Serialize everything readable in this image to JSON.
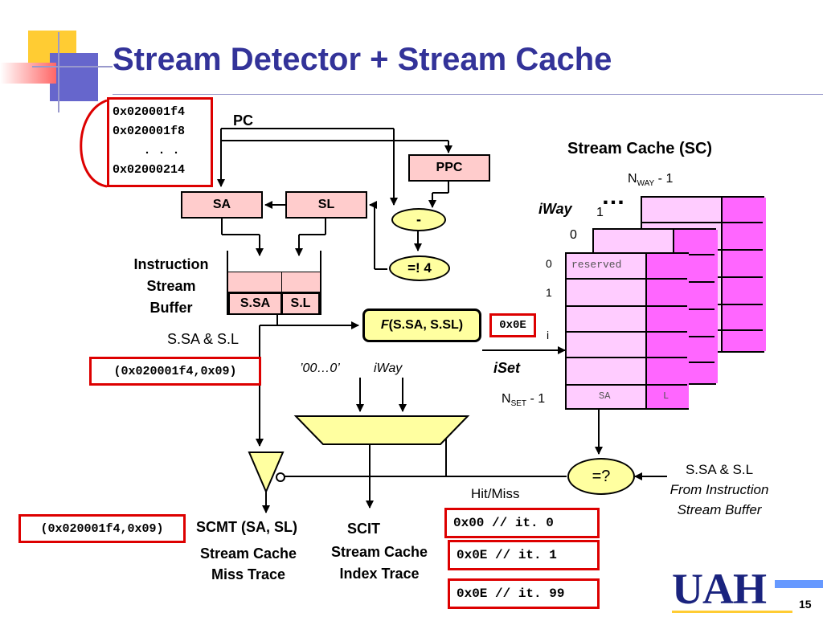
{
  "title": "Stream Detector + Stream Cache",
  "pc_list": {
    "line1": "0x020001f4",
    "line2": "0x020001f8",
    "line3": ". . .",
    "line4": "0x02000214"
  },
  "labels": {
    "pc": "PC",
    "ppc": "PPC",
    "sa": "SA",
    "sl": "SL",
    "minus": "-",
    "neq4": "=! 4",
    "isb_line1": "Instruction",
    "isb_line2": "Stream",
    "isb_line3": "Buffer",
    "ssa": "S.SA",
    "sl2": "S.L",
    "ssa_sl": "S.SA & S.L",
    "func_f": "F",
    "func_args": "(S.SA, S.SL)",
    "func_out": "0x0E",
    "zeros": "’00…0’",
    "iway_mux": "iWay",
    "iset": "iSet",
    "sc_title": "Stream Cache (SC)",
    "nway_n": "N",
    "nway_sub": "WAY",
    "nway_tail": " - 1",
    "iway": "iWay",
    "dots": "…",
    "way_1": "1",
    "way_0": "0",
    "row_0": "0",
    "row_1": "1",
    "row_i": "i",
    "nset_n": "N",
    "nset_sub": "SET",
    "nset_tail": " - 1",
    "reserved": "reserved",
    "col_sa": "SA",
    "col_l": "L",
    "cmp": "=?",
    "cmp_src1": "S.SA & S.L",
    "cmp_src2": "From Instruction",
    "cmp_src3": "Stream Buffer",
    "hitmiss": "Hit/Miss",
    "scmt": "SCMT (SA, SL)",
    "scmt2": "Stream Cache",
    "scmt3": "Miss Trace",
    "scit": "SCIT",
    "scit2": "Stream Cache",
    "scit3": "Index Trace",
    "uah": "UAH",
    "slide_num": "15"
  },
  "values": {
    "ssa_sl_value": "(0x020001f4,0x09)",
    "scmt_value": "(0x020001f4,0x09)"
  },
  "trace": [
    "0x00 // it. 0",
    "0x0E // it. 1",
    "0x0E // it. 99"
  ]
}
